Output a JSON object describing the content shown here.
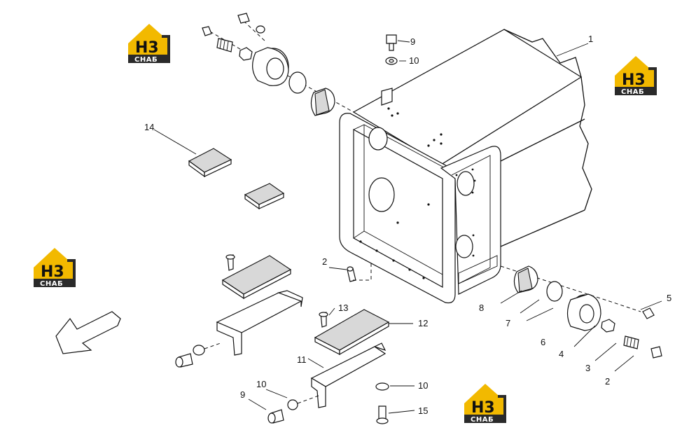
{
  "watermark": {
    "big_text": "H3",
    "small_text": "СНАБ",
    "colors": {
      "roof": "#f2b900",
      "dark": "#2a2a2a"
    }
  },
  "callouts": {
    "c1": "1",
    "c2a": "2",
    "c2b": "2",
    "c3": "3",
    "c4": "4",
    "c5": "5",
    "c6": "6",
    "c7": "7",
    "c8": "8",
    "c9a": "9",
    "c9b": "9",
    "c10a": "10",
    "c10b": "10",
    "c10c": "10",
    "c11": "11",
    "c12": "12",
    "c13": "13",
    "c14": "14",
    "c15": "15"
  }
}
